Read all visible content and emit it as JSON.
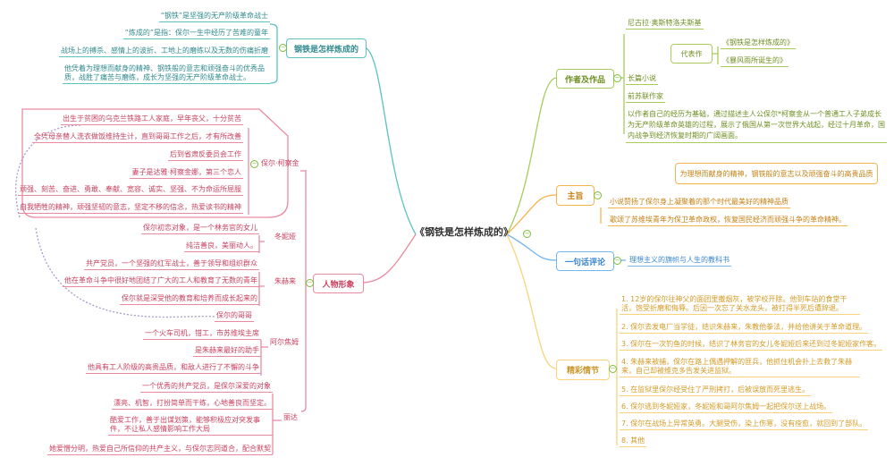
{
  "center": "《钢铁是怎样炼成的》",
  "left": {
    "title_branch": {
      "label": "钢铁是怎样炼成的",
      "items": [
        "“钢铁”是坚强的无产阶级革命战士",
        "“炼成的”是指：保尔一生中经历了苦难的童年",
        "战场上的搏杀、感情上的波折、工地上的磨练以及无数的伤痛折磨",
        "他凭着为理想而献身的精神、钢铁般的意志和顽强奋斗的优秀品质，战胜了痛苦与磨练，成长为坚强的无产阶级革命战士。"
      ]
    },
    "characters": {
      "label": "人物形象",
      "paul": {
        "label": "保尔·柯察金",
        "items": [
          "出生于贫困的乌克兰铁路工人家庭，早年丧父，十分贫苦",
          "全凭母亲替人洗衣做饭维持生计，直到哥哥工作之后，才有所改善",
          "后到省肃反委员会工作",
          "妻子是达雅·柯察金娜，第三个恋人",
          "顽强、刻苦、奋进、勇敢、奉献、宽容、诚实、坚强、不为命运所屈服",
          "自我牺牲的精神，顽强坚韧的意志，坚定不移的信念，热爱读书的精神"
        ]
      },
      "tonya": {
        "label": "冬妮娅",
        "items": [
          "保尔初恋对象，是一个林务官的女儿",
          "纯洁善良，美丽动人。"
        ]
      },
      "zhukhrai": {
        "label": "朱赫来",
        "items": [
          "共产党员，一个坚强的红军战士，善于领导和组织群众",
          "他在革命斗争中很好地团结了广大的工人和教育了无数的青年",
          "保尔就是深受他的教育和培养而成长起来的"
        ]
      },
      "brother_note": "保尔的哥哥",
      "artyom": {
        "label": "阿尔焦姆",
        "items": [
          "一个火车司机，钳工，市苏维埃主席",
          "是朱赫来最好的助手",
          "他具有工人阶级的高贵品质，和敌人进行了不懈的斗争"
        ]
      },
      "rita": {
        "label": "丽达",
        "items": [
          "一个优秀的共产党员，是保尔深爱的对象",
          "漂亮、机智，打扮简单而干练，心地善良而坚定。",
          "酷爱工作，善于出谋划策，能够积极应对突发事件，不让私人感情影响工作大局",
          "她爱憎分明，热爱自己所信仰的共产主义，与保尔志同道合，配合默契"
        ]
      }
    }
  },
  "right": {
    "author": {
      "label": "作者及作品",
      "name": "尼古拉·奥斯特洛夫斯基",
      "works_label": "代表作",
      "works": [
        "《钢铁是怎样炼成的》",
        "《暴风雨所诞生的》"
      ],
      "items": [
        "长篇小说",
        "前苏联作家",
        "以作者自己的经历为基础，通过描述主人公保尔*柯察金从一个普通工人子弟成长为无产阶级革命英雄的过程，展示了俄国从第一次世界大战起，经过十月革命，国内战争到经济恢复时期的广阔画面。"
      ]
    },
    "theme": {
      "label": "主旨",
      "callout": "为理想而献身的精神，钢铁般的意志以及顽强奋斗的高贵品质",
      "items": [
        "小说赞扬了保尔身上凝聚着的那个时代最美好的精神品质",
        "歌颂了苏维埃青年为保卫革命政权，恢复国民经济而顽强斗争的革命精神。"
      ]
    },
    "comment": {
      "label": "一句话评论",
      "items": [
        "理想主义的旗帜与人生的教科书"
      ]
    },
    "plot": {
      "label": "精彩情节",
      "items": [
        "1. 12岁的保尔往神父的面团里撒烟灰，被学校开除。他到车站的食堂干活，饱受折磨和侮辱。后因一次忘了关水龙头，被打得半死后遭辞退。",
        "2. 保尔去发电厂当学徒，结识朱赫来，朱教他拳法，并给他讲关于革命道理。",
        "3. 保尔在一次钓鱼的时候，结识了林务官的女儿冬妮娅后来还到过冬妮娅家作客。",
        "4. 朱赫来被捕，保尔在路上偶遇押解的匪兵，他抓住机会扑上去救了朱赫来，自己却被维克多告发关进监狱。",
        "5. 在监狱里保尔经受住了严刑拷打，后被误放而死里逃生。",
        "6. 保尔逃到冬妮娅家，冬妮娅和哥阿尔焦姆一起把保尔送上战场。",
        "7. 保尔在战场上异常英勇。大腿受伤，染上伤寒，没有痊愈，就回到了部队。",
        "8. 其他"
      ]
    }
  },
  "colors": {
    "teal": "#5cc2c0",
    "pink": "#ea8aa0",
    "green": "#a8cc5a",
    "orange": "#f5b34d",
    "blue": "#75b6ec",
    "yellow": "#f8d37a"
  }
}
